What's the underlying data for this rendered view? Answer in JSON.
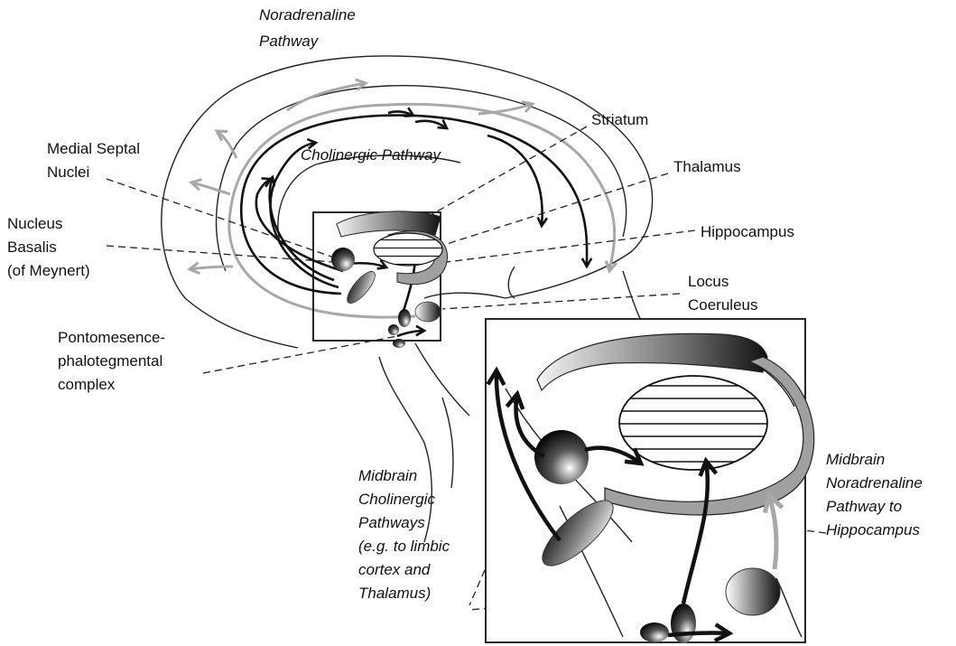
{
  "labels": {
    "noradrenaline_pathway": [
      "Noradrenaline",
      "Pathway"
    ],
    "cholinergic_pathway": "Cholinergic Pathway",
    "striatum": "Striatum",
    "thalamus": "Thalamus",
    "hippocampus": "Hippocampus",
    "locus_coeruleus": [
      "Locus",
      "Coeruleus"
    ],
    "medial_septal_nuclei": [
      "Medial Septal",
      "Nuclei"
    ],
    "nucleus_basalis": [
      "Nucleus",
      "Basalis",
      "(of Meynert)"
    ],
    "pontomesencephalotegmental": [
      "Pontomesence-",
      "phalotegmental",
      "complex"
    ],
    "midbrain_cholinergic": [
      "Midbrain",
      "Cholinergic",
      "Pathways",
      "(e.g. to limbic",
      "cortex and",
      "Thalamus)"
    ],
    "midbrain_noradrenaline": [
      "Midbrain",
      "Noradrenaline",
      "Pathway to",
      "Hippocampus"
    ]
  },
  "colors": {
    "cholinergic": "#111111",
    "noradrenaline": "#a8a8a8",
    "outline": "#222222"
  }
}
